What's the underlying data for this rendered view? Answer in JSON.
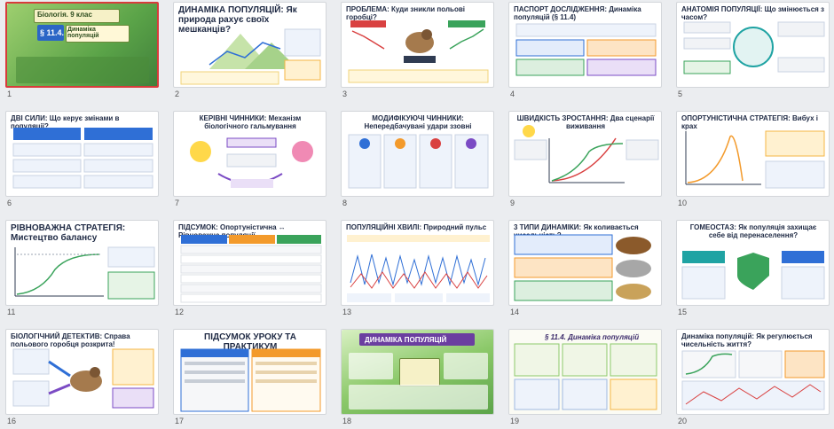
{
  "slides": [
    {
      "num": "1",
      "title": "Біологія. 9 клас",
      "subtitle": "§ 11.4.",
      "caption": "Динаміка популяцій"
    },
    {
      "num": "2",
      "title": "ДИНАМІКА ПОПУЛЯЦІЙ: Як природа рахує своїх мешканців?"
    },
    {
      "num": "3",
      "title": "ПРОБЛЕМА: Куди зникли польові горобці?"
    },
    {
      "num": "4",
      "title": "ПАСПОРТ ДОСЛІДЖЕННЯ: Динаміка популяцій (§ 11.4)"
    },
    {
      "num": "5",
      "title": "АНАТОМІЯ ПОПУЛЯЦІЇ: Що змінюється з часом?"
    },
    {
      "num": "6",
      "title": "ДВІ СИЛИ: Що керує змінами в популяції?"
    },
    {
      "num": "7",
      "title": "КЕРІВНІ ЧИННИКИ: Механізм біологічного гальмування"
    },
    {
      "num": "8",
      "title": "МОДИФІКУЮЧІ ЧИННИКИ: Непередбачувані удари ззовні"
    },
    {
      "num": "9",
      "title": "ШВИДКІСТЬ ЗРОСТАННЯ: Два сценарії виживання"
    },
    {
      "num": "10",
      "title": "ОПОРТУНІСТИЧНА СТРАТЕГІЯ: Вибух і крах"
    },
    {
      "num": "11",
      "title": "РІВНОВАЖНА СТРАТЕГІЯ: Мистецтво балансу"
    },
    {
      "num": "12",
      "title": "ПІДСУМОК: Опортуністична ↔ Рівноважна популяції"
    },
    {
      "num": "13",
      "title": "ПОПУЛЯЦІЙНІ ХВИЛІ: Природний пульс"
    },
    {
      "num": "14",
      "title": "3 ТИПИ ДИНАМІКИ: Як коливається чисельність?"
    },
    {
      "num": "15",
      "title": "ГОМЕОСТАЗ: Як популяція захищає себе від перенаселення?"
    },
    {
      "num": "16",
      "title": "БІОЛОГІЧНИЙ ДЕТЕКТИВ: Справа польового горобця розкрита!"
    },
    {
      "num": "17",
      "title": "ПІДСУМОК УРОКУ ТА ПРАКТИКУМ"
    },
    {
      "num": "18",
      "title": "ДИНАМІКА ПОПУЛЯЦІЙ"
    },
    {
      "num": "19",
      "title": "§ 11.4. Динаміка популяцій"
    },
    {
      "num": "20",
      "title": "Динаміка популяцій: Як регулюється чисельність життя?"
    }
  ],
  "colors": {
    "selected": "#d83b3b",
    "navy": "#1f2a44",
    "blue": "#2f6fd6",
    "orange": "#f39a2b",
    "green": "#3aa35b",
    "purple": "#7b4bc4",
    "red": "#d94141",
    "teal": "#1fa3a3"
  }
}
